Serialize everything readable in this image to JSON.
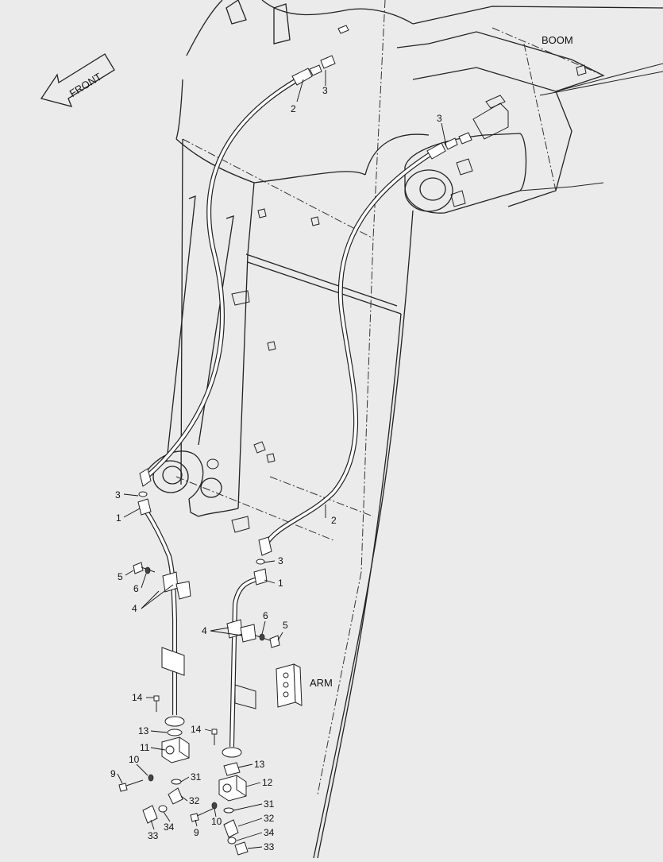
{
  "diagram": {
    "labels": {
      "boom": "BOOM",
      "arm": "ARM",
      "front": "FRONT"
    },
    "callouts": [
      "1",
      "2",
      "3",
      "4",
      "5",
      "6",
      "9",
      "10",
      "11",
      "12",
      "13",
      "14",
      "31",
      "32",
      "33",
      "34"
    ]
  }
}
